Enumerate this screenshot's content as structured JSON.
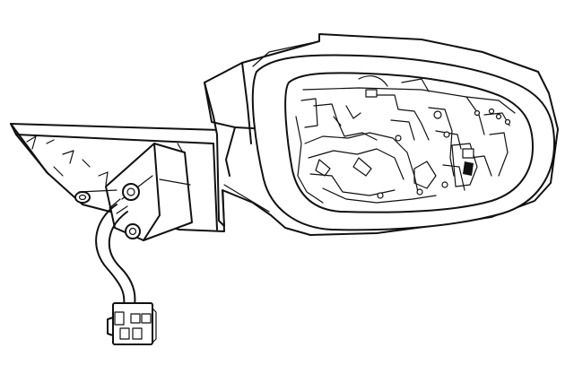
{
  "diagram": {
    "kind": "line-drawing",
    "subject": "exterior-door-mirror-assembly-glass-removed",
    "colors": {
      "line": "#111111",
      "background": "#ffffff"
    },
    "parts": [
      {
        "id": "mirror-housing",
        "icon": "mirror-housing-outline"
      },
      {
        "id": "mirror-frame",
        "icon": "mirror-glass-frame"
      },
      {
        "id": "internal-mechanism",
        "icon": "adjust-motor-mechanism"
      },
      {
        "id": "mounting-bracket",
        "icon": "door-mount-bracket"
      },
      {
        "id": "mounting-arm",
        "icon": "mirror-mounting-arm"
      },
      {
        "id": "wiring-harness",
        "icon": "wiring-harness-cable"
      },
      {
        "id": "electrical-connector",
        "icon": "harness-connector-plug"
      }
    ]
  }
}
